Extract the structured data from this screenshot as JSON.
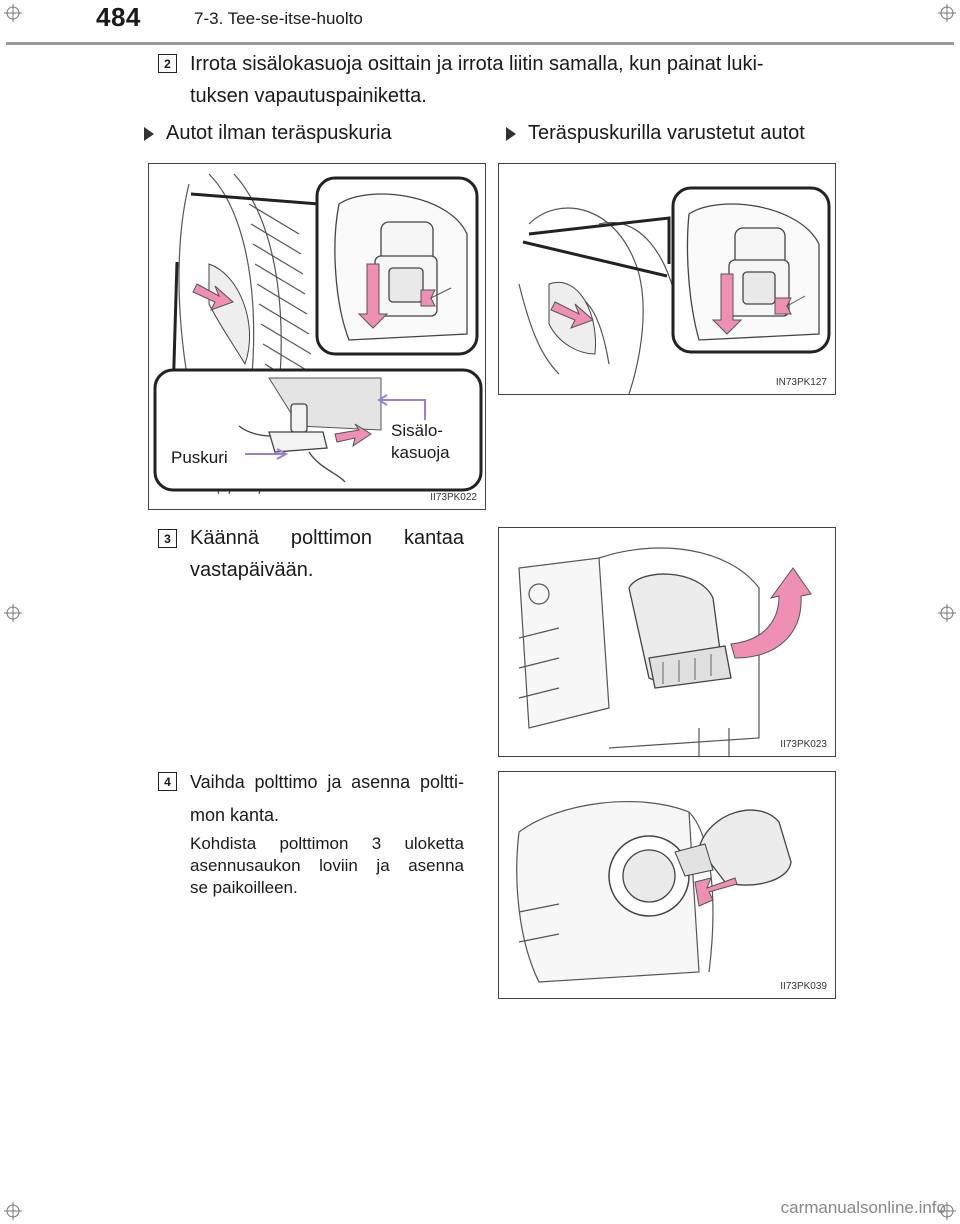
{
  "header": {
    "page_number": "484",
    "section_title": "7-3. Tee-se-itse-huolto"
  },
  "step2": {
    "badge": "2",
    "text_line1": "Irrota sisälokasuoja osittain ja irrota liitin samalla, kun painat luki-",
    "text_line2": "tuksen vapautuspainiketta.",
    "left_heading": "Autot ilman teräspuskuria",
    "right_heading": "Teräspuskurilla varustetut autot",
    "left_figure": {
      "code": "II73PK022",
      "label_bumper": "Puskuri",
      "label_liner_line1": "Sisälo-",
      "label_liner_line2": "kasuoja"
    },
    "right_figure": {
      "code": "IN73PK127"
    }
  },
  "step3": {
    "badge": "3",
    "text_line1": "Käännä polttimon kantaa",
    "text_line2": "vastapäivään.",
    "figure": {
      "code": "II73PK023"
    }
  },
  "step4": {
    "badge": "4",
    "text_line1": "Vaihda polttimo ja asenna poltti-",
    "text_line2": "mon kanta.",
    "note_line1": "Kohdista polttimon 3 uloketta",
    "note_line2": "asennusaukon loviin ja asenna",
    "note_line3": "se paikoilleen.",
    "figure": {
      "code": "II73PK039"
    }
  },
  "footer": {
    "watermark": "carmanualsonline.info"
  },
  "colors": {
    "arrow_pink": "#ef8fb4",
    "callout_purple": "#9b7fd6",
    "rule_gray": "#9a9a9a"
  }
}
